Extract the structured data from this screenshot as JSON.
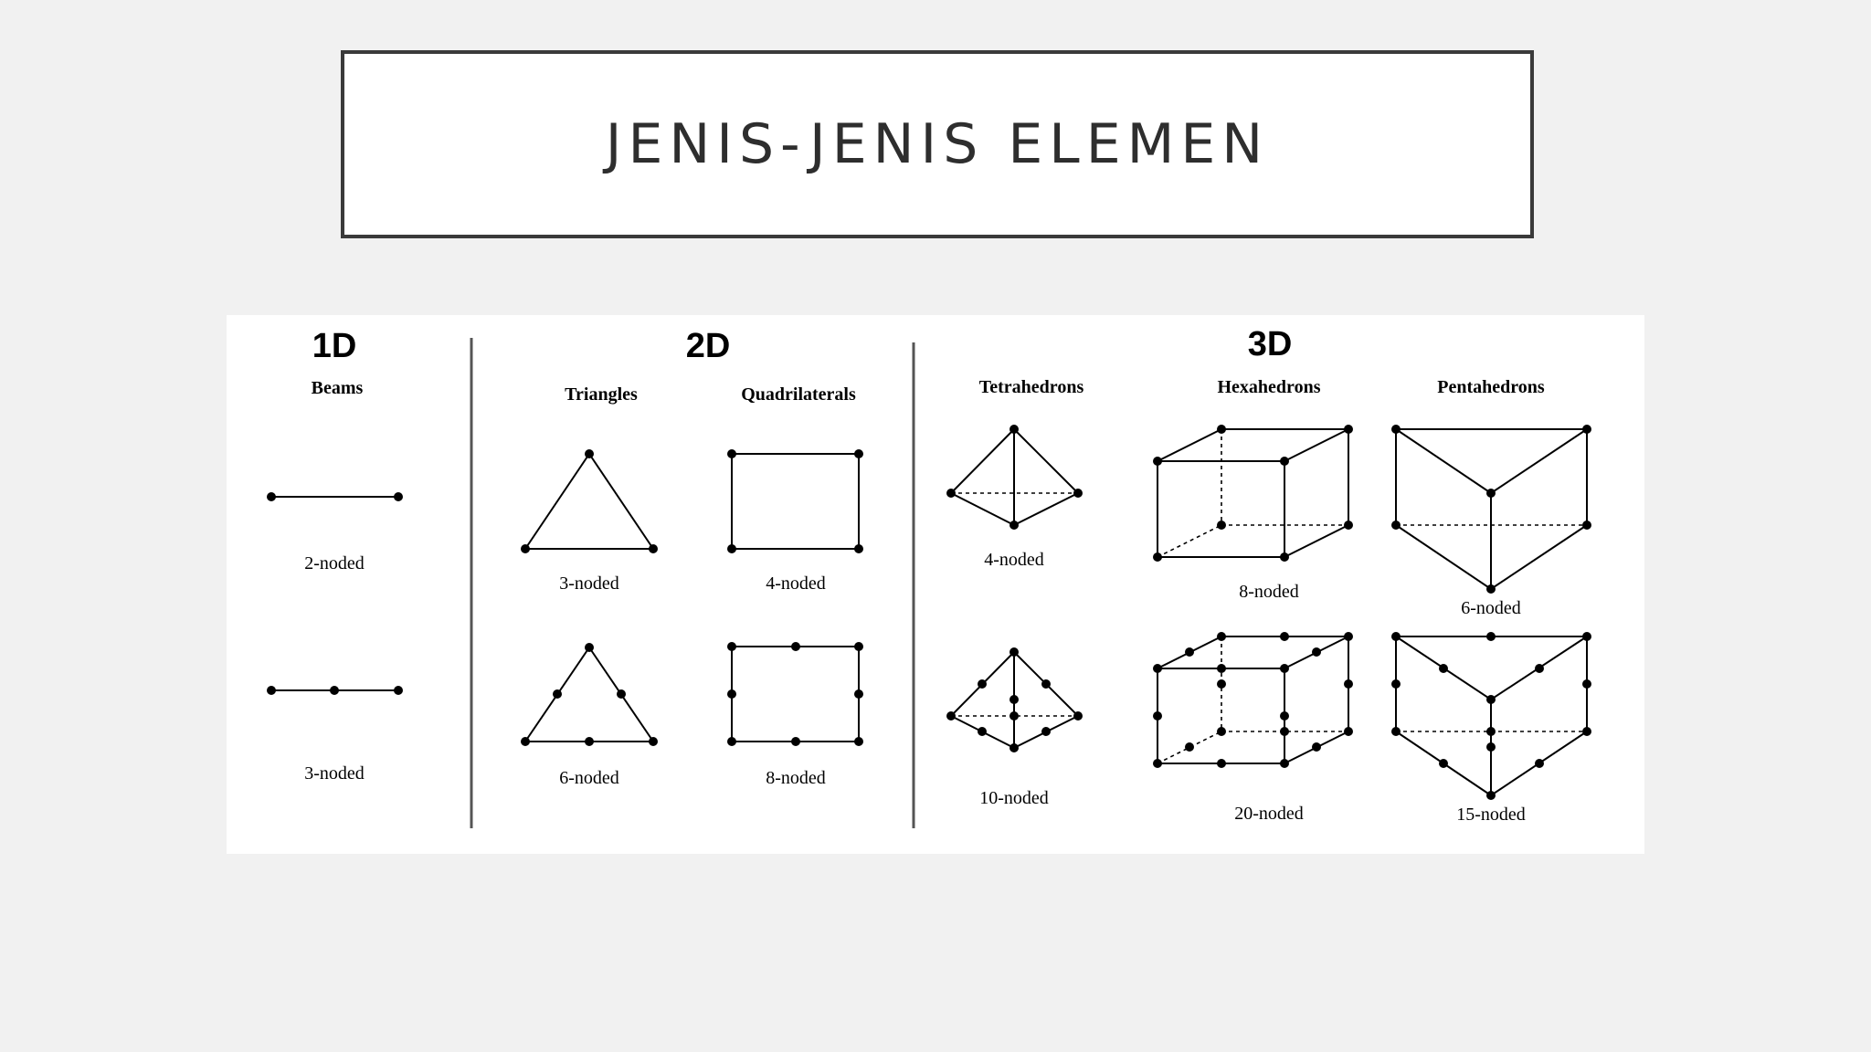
{
  "slide": {
    "title": "JENIS-JENIS ELEMEN"
  },
  "figure": {
    "dim_1d": "1D",
    "dim_2d": "2D",
    "dim_3d": "3D",
    "beams": "Beams",
    "triangles": "Triangles",
    "quadrilaterals": "Quadrilaterals",
    "tetrahedrons": "Tetrahedrons",
    "hexahedrons": "Hexahedrons",
    "pentahedrons": "Pentahedrons",
    "beam_2": "2-noded",
    "beam_3": "3-noded",
    "tri_3": "3-noded",
    "tri_6": "6-noded",
    "quad_4": "4-noded",
    "quad_8": "8-noded",
    "tet_4": "4-noded",
    "tet_10": "10-noded",
    "hex_8": "8-noded",
    "hex_20": "20-noded",
    "pent_6": "6-noded",
    "pent_15": "15-noded"
  }
}
